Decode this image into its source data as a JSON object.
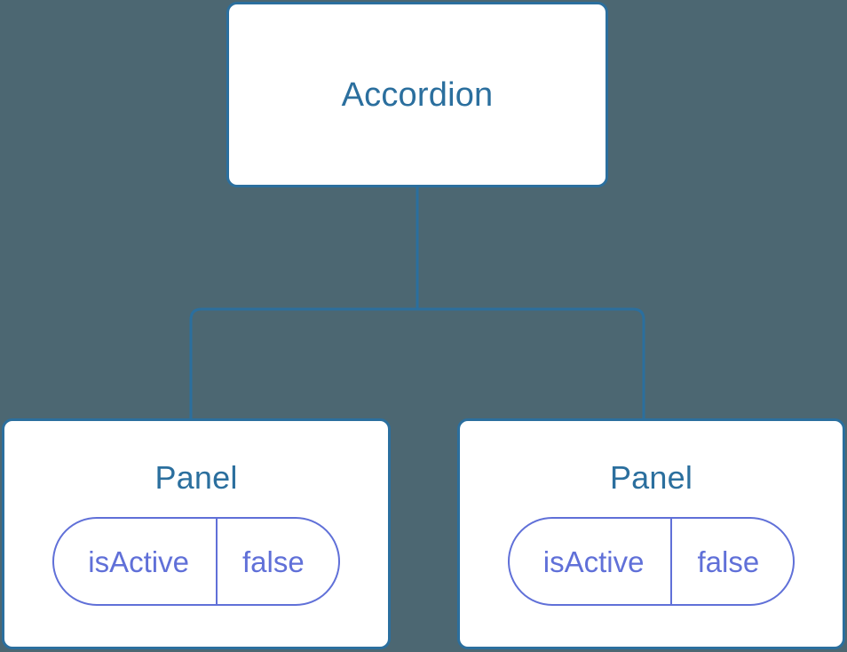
{
  "diagram": {
    "type": "component-tree",
    "background_color": "#4c6772",
    "node_fill_color": "#ffffff",
    "node_border_color": "#2b6f9e",
    "node_title_color": "#2b6f9e",
    "edge_color": "#2b6f9e",
    "prop_color": "#6070d8"
  },
  "root": {
    "title": "Accordion"
  },
  "children": [
    {
      "title": "Panel",
      "prop": {
        "key": "isActive",
        "value": "false"
      }
    },
    {
      "title": "Panel",
      "prop": {
        "key": "isActive",
        "value": "false"
      }
    }
  ]
}
